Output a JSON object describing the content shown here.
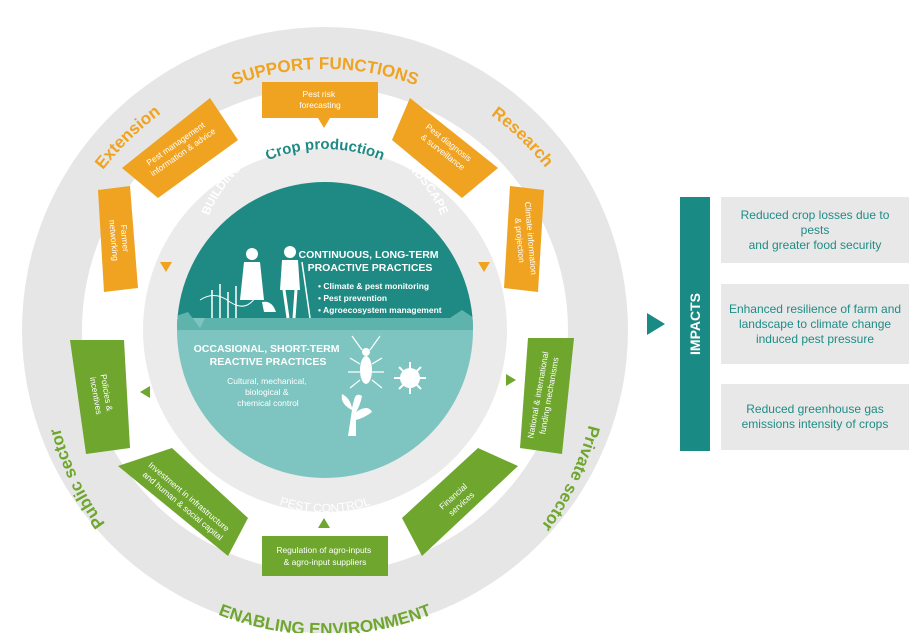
{
  "outer_ring": {
    "top": "SUPPORT FUNCTIONS",
    "bottom": "ENABLING ENVIRONMENT",
    "left_top": "Extension",
    "right_top": "Research",
    "left_bottom": "Public sector",
    "right_bottom": "Private sector"
  },
  "support_boxes": [
    {
      "id": "farmer-networking",
      "lines": [
        "Farmer",
        "networking"
      ]
    },
    {
      "id": "pest-management-info",
      "lines": [
        "Pest management",
        "information & advice"
      ]
    },
    {
      "id": "pest-risk-forecasting",
      "lines": [
        "Pest risk",
        "forecasting"
      ]
    },
    {
      "id": "pest-diagnosis",
      "lines": [
        "Pest diagnosis",
        "& surveillance"
      ]
    },
    {
      "id": "climate-information",
      "lines": [
        "Climate information",
        "& projection"
      ]
    }
  ],
  "enabling_boxes": [
    {
      "id": "policies-incentives",
      "lines": [
        "Policies &",
        "incentives"
      ]
    },
    {
      "id": "investment-infrastructure",
      "lines": [
        "Investment in infrastructure",
        "and human & social capital"
      ]
    },
    {
      "id": "regulation-agro-inputs",
      "lines": [
        "Regulation of agro-inputs",
        "& agro-input suppliers"
      ]
    },
    {
      "id": "financial-services",
      "lines": [
        "Financial",
        "services"
      ]
    },
    {
      "id": "funding-mechanisms",
      "lines": [
        "National & international",
        "funding mechanisms"
      ]
    }
  ],
  "crop_production": "Crop production",
  "arc_title": "BUILDING RESILIENCE OF FARM AND LANDSCAPE",
  "pest_control": "PEST CONTROL",
  "proactive": {
    "heading_lines": [
      "CONTINUOUS, LONG-TERM",
      "PROACTIVE PRACTICES"
    ],
    "items": [
      "Climate & pest monitoring",
      "Pest prevention",
      "Agroecosystem management"
    ]
  },
  "reactive": {
    "heading_lines": [
      "OCCASIONAL, SHORT-TERM",
      "REACTIVE PRACTICES"
    ],
    "items": [
      "Cultural, mechanical,",
      "biological &",
      "chemical control"
    ]
  },
  "impacts_label": "IMPACTS",
  "impacts": [
    {
      "lines": [
        "Reduced crop losses due to pests",
        "and greater food security"
      ]
    },
    {
      "lines": [
        "Enhanced resilience of farm and",
        "landscape to climate change",
        "induced pest pressure"
      ]
    },
    {
      "lines": [
        "Reduced greenhouse gas",
        "emissions intensity of crops"
      ]
    }
  ],
  "colors": {
    "outer_ring": "#e6e6e6",
    "orange": "#efa321",
    "green": "#6ea62e",
    "teal_dark": "#1e8a83",
    "teal_light": "#7ec5c1",
    "impact_text": "#1f8c86"
  },
  "icons": [
    "farmer-family-icon",
    "insect-icon",
    "virus-icon",
    "weed-plant-icon"
  ]
}
